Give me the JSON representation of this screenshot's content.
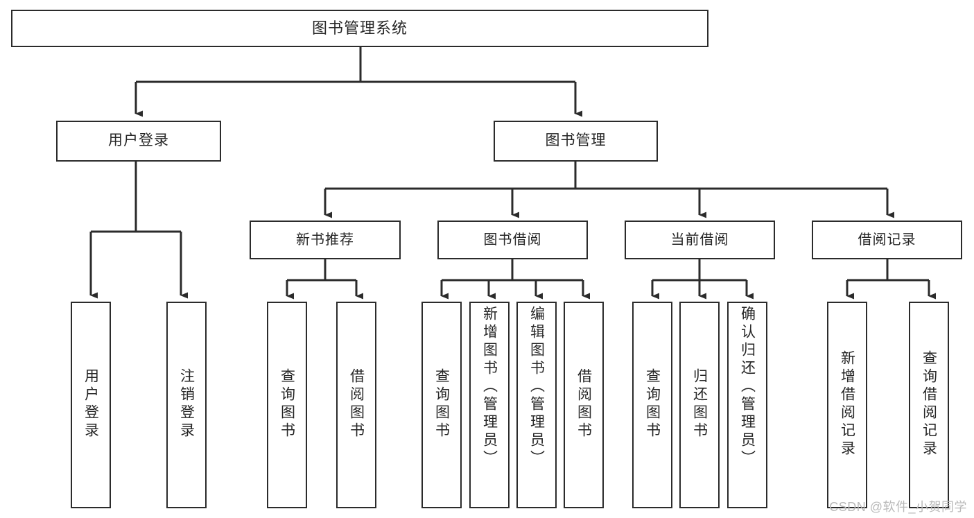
{
  "diagram": {
    "type": "tree-hierarchy",
    "title": "图书管理系统",
    "orientation": "top-down",
    "colors": {
      "stroke": "#2b2b2b",
      "fill": "#ffffff",
      "text": "#262626",
      "watermark": "#b9b9b9"
    },
    "root": {
      "label": "图书管理系统"
    },
    "level2": [
      {
        "label": "用户登录"
      },
      {
        "label": "图书管理"
      }
    ],
    "level3": [
      {
        "label": "新书推荐"
      },
      {
        "label": "图书借阅"
      },
      {
        "label": "当前借阅"
      },
      {
        "label": "借阅记录"
      }
    ],
    "leaves": {
      "user_login": [
        {
          "label": "用户登录"
        },
        {
          "label": "注销登录"
        }
      ],
      "new_book": [
        {
          "label": "查询图书"
        },
        {
          "label": "借阅图书"
        }
      ],
      "borrow": [
        {
          "label": "查询图书"
        },
        {
          "label": "新增图书（管理员）"
        },
        {
          "label": "编辑图书（管理员）"
        },
        {
          "label": "借阅图书"
        }
      ],
      "current": [
        {
          "label": "查询图书"
        },
        {
          "label": "归还图书"
        },
        {
          "label": "确认归还（管理员）"
        }
      ],
      "records": [
        {
          "label": "新增借阅记录"
        },
        {
          "label": "查询借阅记录"
        }
      ]
    }
  },
  "watermark": {
    "text": "CSDN @软件_小贺同学"
  }
}
